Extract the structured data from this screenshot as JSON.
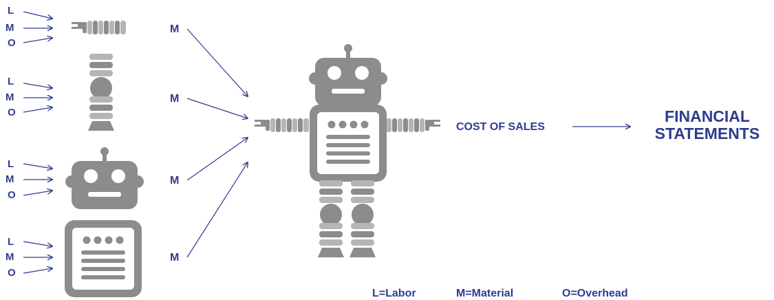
{
  "colors": {
    "accent": "#2e3c8e",
    "part_dark": "#8c8c8c",
    "part_light": "#b5b5b5",
    "white": "#ffffff"
  },
  "inputs": [
    {
      "part": "arm",
      "labels": [
        "L",
        "M",
        "O"
      ],
      "output": "M"
    },
    {
      "part": "leg",
      "labels": [
        "L",
        "M",
        "O"
      ],
      "output": "M"
    },
    {
      "part": "head",
      "labels": [
        "L",
        "M",
        "O"
      ],
      "output": "M"
    },
    {
      "part": "torso",
      "labels": [
        "L",
        "M",
        "O"
      ],
      "output": "M"
    }
  ],
  "assembly": {
    "part": "robot"
  },
  "cost_of_sales": "COST OF SALES",
  "financial_statements": [
    "FINANCIAL",
    "STATEMENTS"
  ],
  "legend": [
    "L=Labor",
    "M=Material",
    "O=Overhead"
  ],
  "icons": [
    "arm-icon",
    "leg-icon",
    "head-icon",
    "torso-icon",
    "robot-icon",
    "arrow-icon"
  ]
}
